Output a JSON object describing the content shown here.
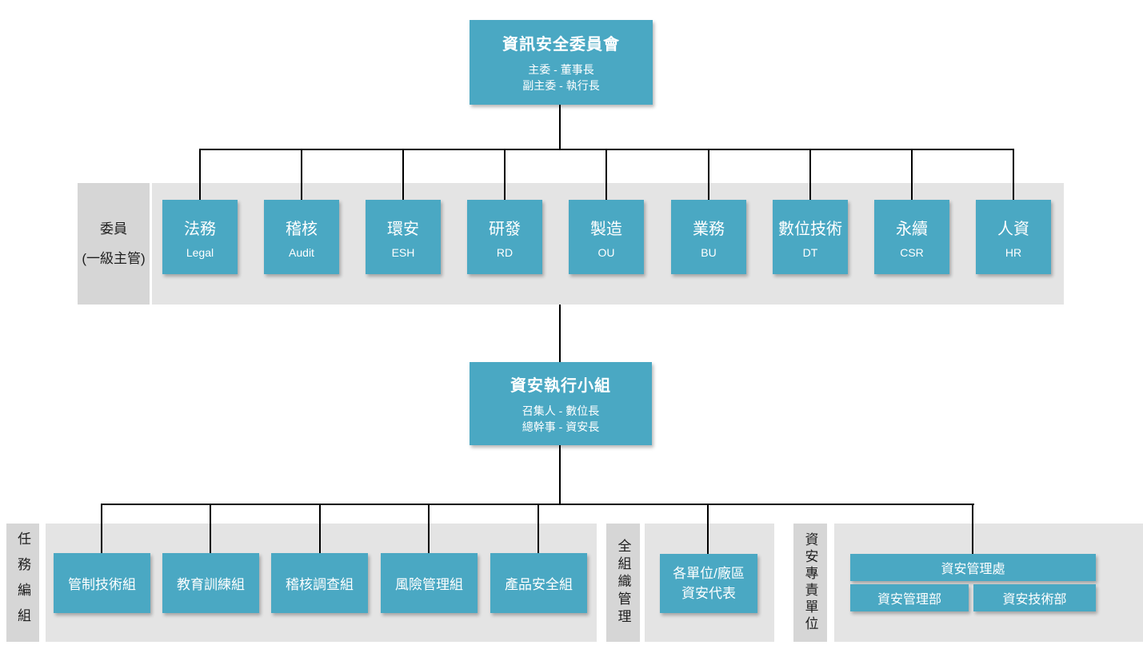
{
  "colors": {
    "node_fill": "#4aa8c3",
    "node_text": "#ffffff",
    "band_fill": "#e4e4e4",
    "label_fill": "#d6d6d6",
    "label_text": "#1f1f1f",
    "line_color": "#000000"
  },
  "root": {
    "title": "資訊安全委員會",
    "line1": "主委 - 董事長",
    "line2": "副主委 - 執行長"
  },
  "committee": {
    "label_line1": "委員",
    "label_line2": "(一級主管)",
    "members": [
      {
        "title": "法務",
        "abbr": "Legal"
      },
      {
        "title": "稽核",
        "abbr": "Audit"
      },
      {
        "title": "環安",
        "abbr": "ESH"
      },
      {
        "title": "研發",
        "abbr": "RD"
      },
      {
        "title": "製造",
        "abbr": "OU"
      },
      {
        "title": "業務",
        "abbr": "BU"
      },
      {
        "title": "數位技術",
        "abbr": "DT"
      },
      {
        "title": "永續",
        "abbr": "CSR"
      },
      {
        "title": "人資",
        "abbr": "HR"
      }
    ]
  },
  "exec_group": {
    "title": "資安執行小組",
    "line1": "召集人 - 數位長",
    "line2": "總幹事 - 資安長"
  },
  "task_section": {
    "label": "任務編組",
    "groups": [
      "管制技術組",
      "教育訓練組",
      "稽核調查組",
      "風險管理組",
      "產品安全組"
    ]
  },
  "org_wide_section": {
    "label": "全組織管理",
    "node_line1": "各單位/廠區",
    "node_line2": "資安代表"
  },
  "dedicated_section": {
    "label": "資安專責單位",
    "division": "資安管理處",
    "departments": [
      "資安管理部",
      "資安技術部"
    ]
  }
}
